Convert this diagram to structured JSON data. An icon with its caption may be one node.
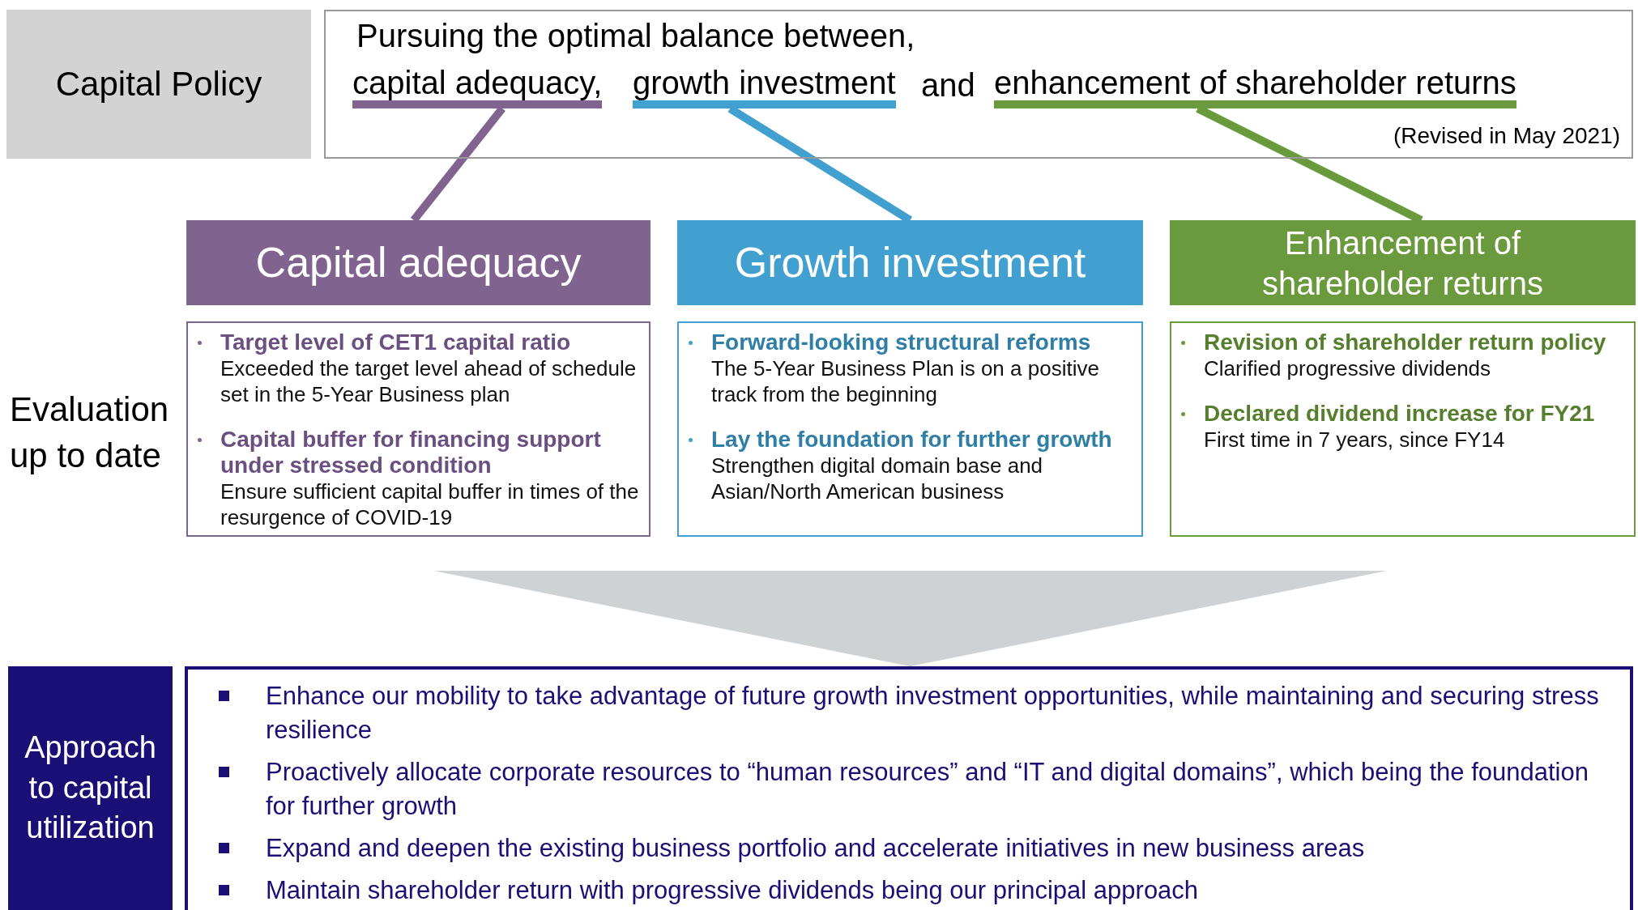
{
  "diagram": {
    "nodes": [
      {
        "text": [
          "Capital Policy"
        ]
      },
      {
        "text": [
          "Pursuing the optimal balance between,",
          "(Revised in May 2021)"
        ]
      },
      {
        "text": [
          "capital adequacy,"
        ],
        "in": 1
      },
      {
        "text": [
          "growth investment"
        ],
        "in": 1
      },
      {
        "text": [
          "enhancement of shareholder returns"
        ],
        "in": 1
      },
      {
        "text": [
          "Capital adequacy"
        ]
      },
      {
        "text": [
          "Growth investment"
        ]
      },
      {
        "text": [
          "Enhancement of shareholder returns"
        ]
      },
      {
        "text": [
          "Target level of CET1 capital ratio",
          "Exceeded the target level ahead of schedule set in the 5-Year Business plan",
          "Capital buffer for financing support under stressed condition",
          "Ensure sufficient capital buffer in times of the resurgence of COVID-19"
        ]
      },
      {
        "text": [
          "Forward-looking structural reforms",
          "The 5-Year Business Plan is on a positive track from the beginning",
          "Lay the foundation for further growth",
          "Strengthen digital domain base and Asian/North American business"
        ]
      },
      {
        "text": [
          "Revision of shareholder return policy",
          "Clarified progressive dividends",
          "Declared dividend increase for FY21",
          "First time in 7 years, since FY14"
        ]
      },
      {
        "text": [
          "Approach to capital utilization"
        ]
      },
      {
        "text": [
          "Enhance our mobility to take advantage of future growth investment opportunities, while maintaining and securing stress resilience",
          "Proactively allocate corporate resources to “human resources” and “IT and digital domains”, which being the foundation for further growth",
          "Expand and deepen the existing business portfolio and accelerate initiatives in new business areas",
          "Maintain shareholder return with progressive dividends being our principal approach"
        ]
      }
    ],
    "edges": [
      {
        "from": 2,
        "to": 5,
        "arrow": "none",
        "color": "#80638f"
      },
      {
        "from": 3,
        "to": 6,
        "arrow": "none",
        "color": "#41a0cf"
      },
      {
        "from": 4,
        "to": 7,
        "arrow": "none",
        "color": "#6a9a3d"
      },
      {
        "from": 9,
        "to": 12,
        "arrow": "to",
        "color": "#cfd2d5"
      }
    ],
    "labels": [
      "and",
      "Evaluation up to date"
    ]
  }
}
